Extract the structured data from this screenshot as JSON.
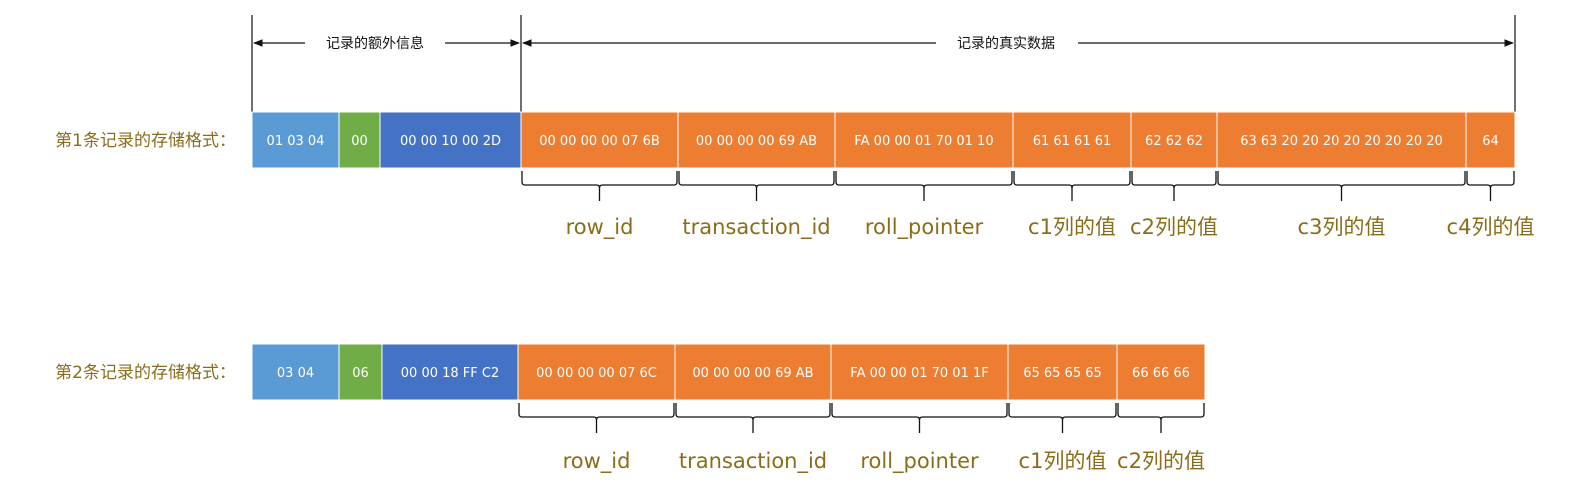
{
  "colors": {
    "light_blue": "#5b9bd5",
    "green": "#70ad47",
    "blue": "#4472c4",
    "orange": "#ed7d31",
    "label": "#8a6d1a"
  },
  "header": {
    "extra_info": "记录的额外信息",
    "real_data": "记录的真实数据"
  },
  "records": [
    {
      "label": "第1条记录的存储格式：",
      "cells": [
        {
          "text": "01 03 04",
          "color": "light_blue"
        },
        {
          "text": "00",
          "color": "green"
        },
        {
          "text": "00 00 10 00 2D",
          "color": "blue"
        },
        {
          "text": "00 00 00 00 07 6B",
          "color": "orange"
        },
        {
          "text": "00 00 00 00 69 AB",
          "color": "orange"
        },
        {
          "text": "FA 00 00 01 70 01 10",
          "color": "orange"
        },
        {
          "text": "61 61 61 61",
          "color": "orange"
        },
        {
          "text": "62 62 62",
          "color": "orange"
        },
        {
          "text": "63 63 20 20 20 20 20 20 20 20",
          "color": "orange"
        },
        {
          "text": "64",
          "color": "orange"
        }
      ],
      "fields": [
        "row_id",
        "transaction_id",
        "roll_pointer",
        "c1列的值",
        "c2列的值",
        "c3列的值",
        "c4列的值"
      ]
    },
    {
      "label": "第2条记录的存储格式：",
      "cells": [
        {
          "text": "03 04",
          "color": "light_blue"
        },
        {
          "text": "06",
          "color": "green"
        },
        {
          "text": "00 00 18 FF C2",
          "color": "blue"
        },
        {
          "text": "00 00 00 00 07 6C",
          "color": "orange"
        },
        {
          "text": "00 00 00 00 69 AB",
          "color": "orange"
        },
        {
          "text": "FA 00 00 01 70 01 1F",
          "color": "orange"
        },
        {
          "text": "65 65 65 65",
          "color": "orange"
        },
        {
          "text": "66 66 66",
          "color": "orange"
        }
      ],
      "fields": [
        "row_id",
        "transaction_id",
        "roll_pointer",
        "c1列的值",
        "c2列的值"
      ]
    }
  ]
}
